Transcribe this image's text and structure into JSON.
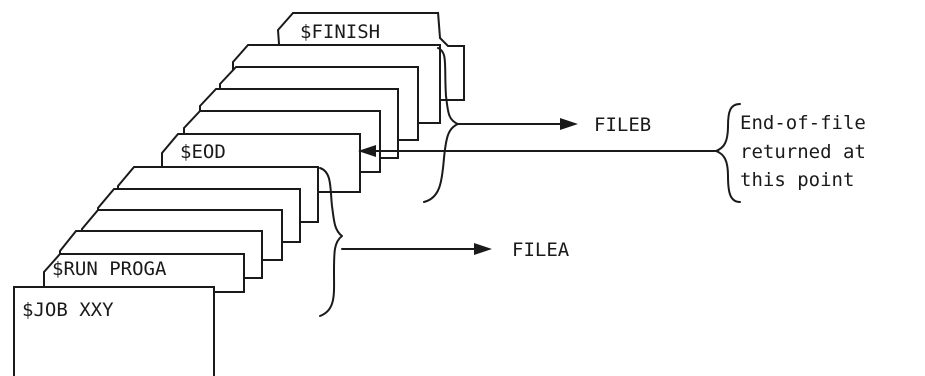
{
  "cards": [
    {
      "id": "finish",
      "label": "$FINISH"
    },
    {
      "id": "plain-1",
      "label": ""
    },
    {
      "id": "plain-2",
      "label": ""
    },
    {
      "id": "plain-3",
      "label": ""
    },
    {
      "id": "plain-4",
      "label": ""
    },
    {
      "id": "eod",
      "label": "$EOD"
    },
    {
      "id": "plain-5",
      "label": ""
    },
    {
      "id": "plain-6",
      "label": ""
    },
    {
      "id": "plain-7",
      "label": ""
    },
    {
      "id": "plain-8",
      "label": ""
    },
    {
      "id": "run",
      "label": "$RUN PROGA"
    },
    {
      "id": "job",
      "label": "$JOB XXY"
    }
  ],
  "outputs": {
    "fileb": "FILEB",
    "filea": "FILEA"
  },
  "note": {
    "line1": "End-of-file",
    "line2": "returned at",
    "line3": "this point"
  }
}
